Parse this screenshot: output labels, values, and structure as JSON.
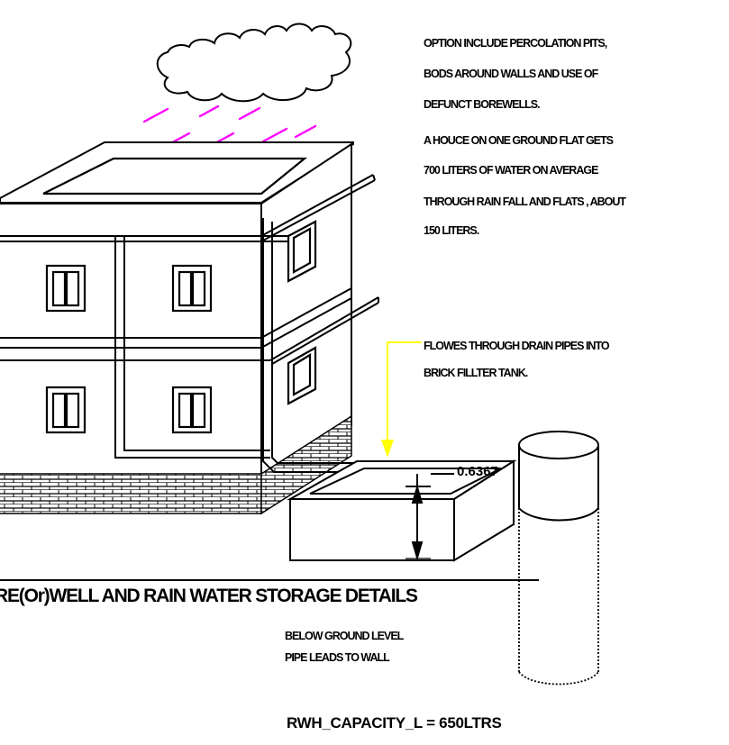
{
  "notes": {
    "options": [
      "OPTION INCLUDE PERCOLATION PITS,",
      "BODS AROUND WALLS AND USE OF",
      "DEFUNCT BOREWELLS."
    ],
    "house": [
      "A HOUCE ON ONE GROUND FLAT GETS",
      "700 LITERS OF WATER ON AVERAGE",
      "THROUGH RAIN FALL AND FLATS , ABOUT",
      "150 LITERS."
    ],
    "flow": [
      "FLOWES THROUGH DRAIN PIPES INTO",
      "BRICK FILLTER TANK."
    ],
    "below": [
      "BELOW GROUND LEVEL",
      "PIPE LEADS TO WALL"
    ]
  },
  "title": "RE(Or)WELL AND RAIN WATER STORAGE DETAILS",
  "dimension": "0.6367",
  "capacity": "RWH_CAPACITY_L = 650LTRS",
  "colors": {
    "rain": "#ff00ff",
    "flow_arrow": "#ffff00",
    "line": "#000000"
  },
  "icons": [
    "cloud-icon",
    "rain-icon",
    "house-icon",
    "window-icon",
    "drain-pipe-icon",
    "filter-tank-icon",
    "well-icon"
  ]
}
